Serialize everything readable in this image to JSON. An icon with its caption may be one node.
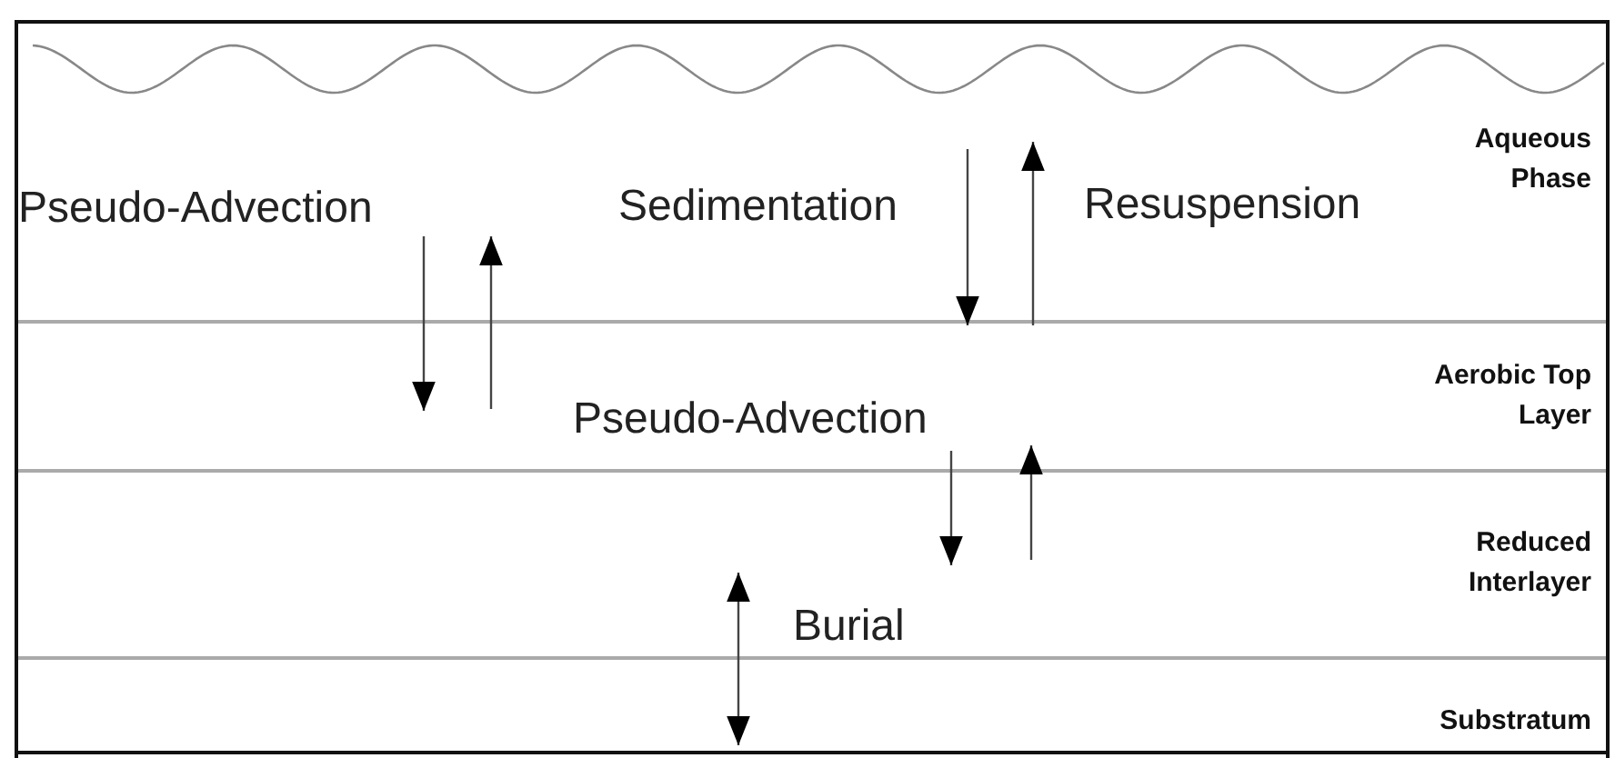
{
  "diagram": {
    "nodes": [
      {
        "text": [
          "Aqueous Phase"
        ]
      },
      {
        "text": [
          "Aerobic Top Layer"
        ]
      },
      {
        "text": [
          "Reduced Interlayer"
        ]
      },
      {
        "text": [
          "Substratum"
        ]
      }
    ],
    "edges": [
      {
        "from": 0,
        "to": 1,
        "arrow": "to",
        "label": "Pseudo-Advection"
      },
      {
        "from": 1,
        "to": 0,
        "arrow": "to"
      },
      {
        "from": 0,
        "to": 1,
        "arrow": "to",
        "label": "Sedimentation"
      },
      {
        "from": 1,
        "to": 0,
        "arrow": "to",
        "label": "Resuspension"
      },
      {
        "from": 1,
        "to": 2,
        "arrow": "to",
        "label": "Pseudo-Advection"
      },
      {
        "from": 2,
        "to": 1,
        "arrow": "to"
      },
      {
        "from": 2,
        "to": 3,
        "arrow": "both",
        "label": "Burial"
      }
    ]
  }
}
